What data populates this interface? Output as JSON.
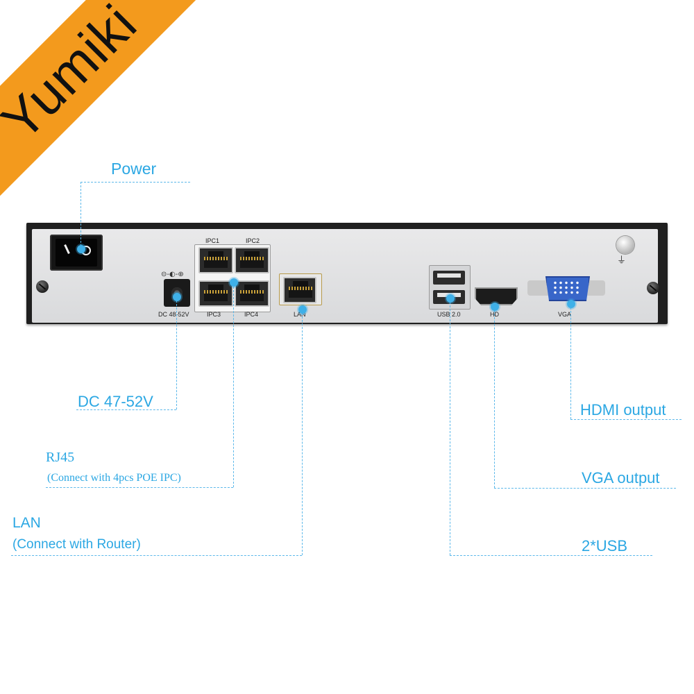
{
  "brand": {
    "name": "Yumiki",
    "ribbon_color": "#f39a1d"
  },
  "device": {
    "ports": {
      "dc_label": "DC 48-52V",
      "dc_symbol": "⊝-◐-⊕",
      "ipc1": "IPC1",
      "ipc2": "IPC2",
      "ipc3": "IPC3",
      "ipc4": "IPC4",
      "lan": "LAN",
      "usb": "USB 2.0",
      "hd": "HD",
      "vga": "VGA",
      "ground_symbol": "⏚"
    }
  },
  "callouts": {
    "power": "Power",
    "dc": "DC 47-52V",
    "rj45_title": "RJ45",
    "rj45_note": "(Connect with 4pcs POE IPC)",
    "lan_title": "LAN",
    "lan_note": "(Connect with Router)",
    "hdmi": "HDMI output",
    "vga": "VGA output",
    "usb": "2*USB"
  },
  "colors": {
    "accent": "#2ba7e3",
    "line": "#5bb8ea"
  }
}
